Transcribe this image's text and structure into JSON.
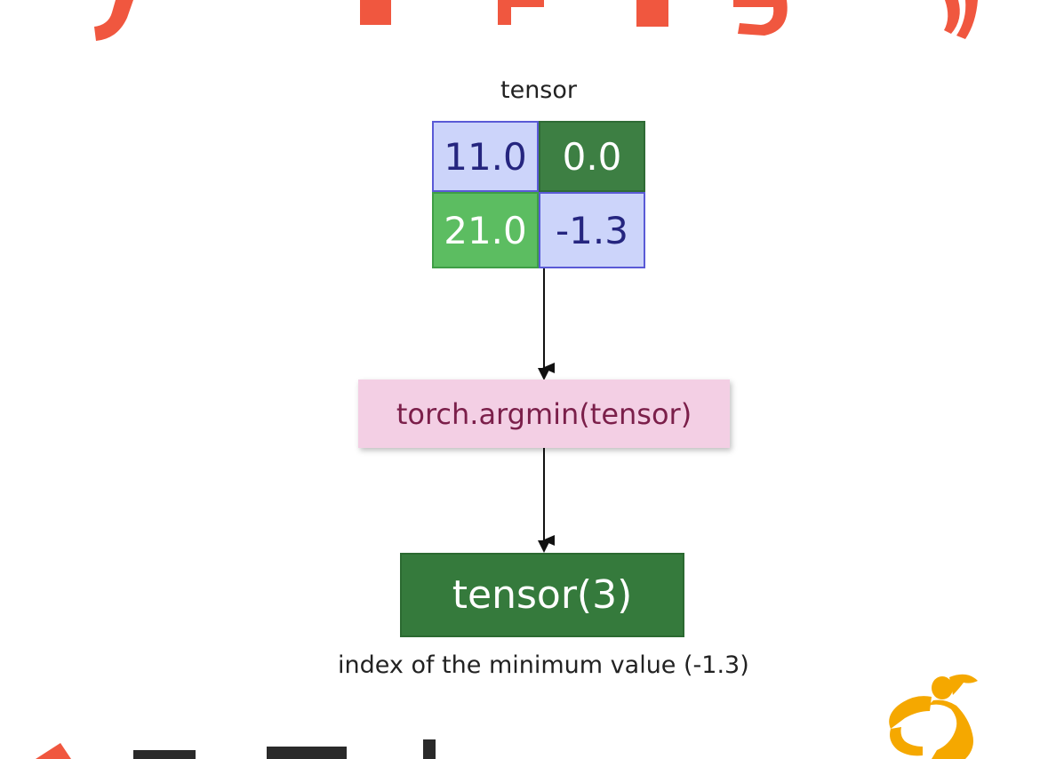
{
  "diagram": {
    "tensor_label": "tensor",
    "tensor_cells": [
      [
        "11.0",
        "0.0"
      ],
      [
        "21.0",
        "-1.3"
      ]
    ],
    "function_call": "torch.argmin(tensor)",
    "result": "tensor(3)",
    "caption": "index of the minimum value (-1.3)"
  },
  "colors": {
    "title_orange": "#f0573f",
    "cell_blue_fill": "#ccd4fa",
    "cell_dark_green": "#3d7f43",
    "cell_light_green": "#5cbd61",
    "func_box_pink": "#f3cfe4",
    "result_green": "#357a3c",
    "logo_orange": "#f5a800"
  },
  "icons": {
    "logo": "person-stretching-logo"
  }
}
